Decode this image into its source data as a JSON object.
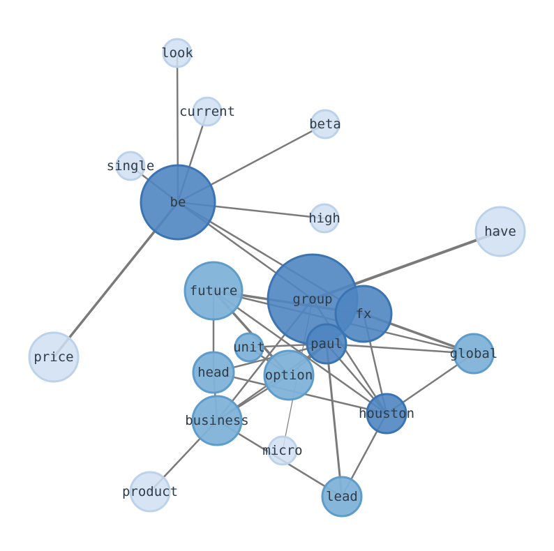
{
  "colors": {
    "edge": "#7a7a7a",
    "node_light_fill": "#cfdff1",
    "node_light_stroke": "#bcd2ea",
    "node_mid_fill": "#80b3d9",
    "node_mid_stroke": "#5d9ccb",
    "node_dark_fill": "#4f86c1",
    "node_dark_stroke": "#3a74b3",
    "label": "#2f3b46"
  },
  "nodes": [
    {
      "id": "look",
      "label": "look",
      "shade": "light"
    },
    {
      "id": "current",
      "label": "current",
      "shade": "light"
    },
    {
      "id": "beta",
      "label": "beta",
      "shade": "light"
    },
    {
      "id": "single",
      "label": "single",
      "shade": "light"
    },
    {
      "id": "be",
      "label": "be",
      "shade": "dark"
    },
    {
      "id": "high",
      "label": "high",
      "shade": "light"
    },
    {
      "id": "have",
      "label": "have",
      "shade": "light"
    },
    {
      "id": "group",
      "label": "group",
      "shade": "dark"
    },
    {
      "id": "future",
      "label": "future",
      "shade": "mid"
    },
    {
      "id": "fx",
      "label": "fx",
      "shade": "dark"
    },
    {
      "id": "paul",
      "label": "paul",
      "shade": "dark"
    },
    {
      "id": "unit",
      "label": "unit",
      "shade": "mid"
    },
    {
      "id": "global",
      "label": "global",
      "shade": "mid"
    },
    {
      "id": "price",
      "label": "price",
      "shade": "light"
    },
    {
      "id": "head",
      "label": "head",
      "shade": "mid"
    },
    {
      "id": "option",
      "label": "option",
      "shade": "mid"
    },
    {
      "id": "houston",
      "label": "houston",
      "shade": "dark"
    },
    {
      "id": "business",
      "label": "business",
      "shade": "mid"
    },
    {
      "id": "micro",
      "label": "micro",
      "shade": "light"
    },
    {
      "id": "product",
      "label": "product",
      "shade": "light"
    },
    {
      "id": "lead",
      "label": "lead",
      "shade": "mid"
    }
  ],
  "edges": [
    {
      "source": "be",
      "target": "look",
      "weight": 2.5
    },
    {
      "source": "be",
      "target": "current",
      "weight": 2.5
    },
    {
      "source": "be",
      "target": "beta",
      "weight": 2.5
    },
    {
      "source": "be",
      "target": "single",
      "weight": 2.5
    },
    {
      "source": "be",
      "target": "high",
      "weight": 2.5
    },
    {
      "source": "be",
      "target": "price",
      "weight": 3.5
    },
    {
      "source": "be",
      "target": "group",
      "weight": 2.5
    },
    {
      "source": "be",
      "target": "fx",
      "weight": 2.5
    },
    {
      "source": "group",
      "target": "have",
      "weight": 4
    },
    {
      "source": "group",
      "target": "business",
      "weight": 2.5
    },
    {
      "source": "group",
      "target": "micro",
      "weight": 1.2
    },
    {
      "source": "group",
      "target": "houston",
      "weight": 2.5
    },
    {
      "source": "future",
      "target": "fx",
      "weight": 3.5
    },
    {
      "source": "future",
      "target": "global",
      "weight": 2.5
    },
    {
      "source": "future",
      "target": "option",
      "weight": 3.5
    },
    {
      "source": "future",
      "target": "head",
      "weight": 2.5
    },
    {
      "source": "future",
      "target": "houston",
      "weight": 2.5
    },
    {
      "source": "fx",
      "target": "global",
      "weight": 3.5
    },
    {
      "source": "fx",
      "target": "houston",
      "weight": 2.5
    },
    {
      "source": "paul",
      "target": "unit",
      "weight": 2.5
    },
    {
      "source": "paul",
      "target": "global",
      "weight": 2.5
    },
    {
      "source": "paul",
      "target": "head",
      "weight": 2.5
    },
    {
      "source": "paul",
      "target": "lead",
      "weight": 3
    },
    {
      "source": "paul",
      "target": "houston",
      "weight": 2.5
    },
    {
      "source": "paul",
      "target": "option",
      "weight": 2.5
    },
    {
      "source": "unit",
      "target": "option",
      "weight": 2.5
    },
    {
      "source": "option",
      "target": "business",
      "weight": 2.5
    },
    {
      "source": "head",
      "target": "houston",
      "weight": 2.5
    },
    {
      "source": "houston",
      "target": "global",
      "weight": 2.5
    },
    {
      "source": "houston",
      "target": "lead",
      "weight": 2.5
    },
    {
      "source": "business",
      "target": "product",
      "weight": 2.5
    },
    {
      "source": "business",
      "target": "lead",
      "weight": 2.5
    },
    {
      "source": "business",
      "target": "head",
      "weight": 2.5
    },
    {
      "source": "business",
      "target": "paul",
      "weight": 2.5
    }
  ]
}
